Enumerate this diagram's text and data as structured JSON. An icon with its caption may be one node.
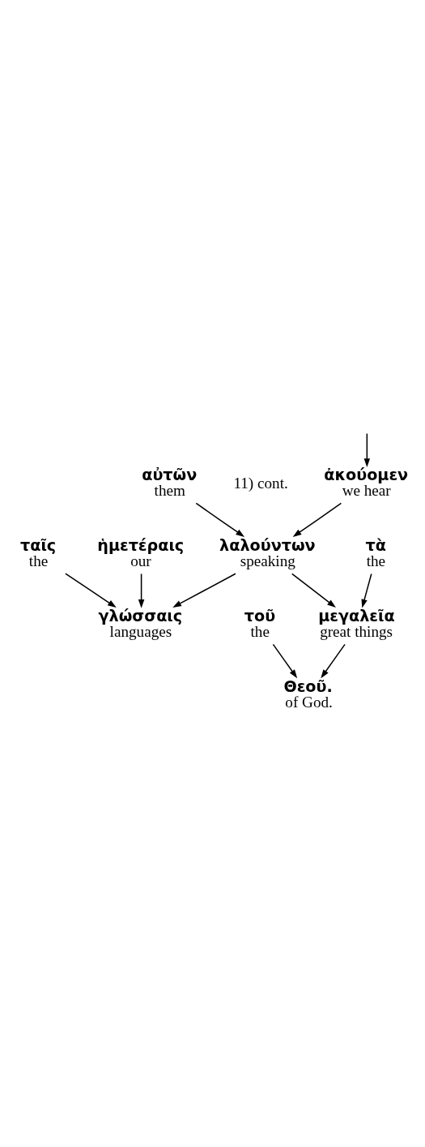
{
  "diagram": {
    "nodes": [
      {
        "text": [
          "ἀκούομεν",
          "we hear"
        ]
      },
      {
        "text": [
          "λαλούντων",
          "speaking"
        ]
      },
      {
        "text": [
          "αὐτῶν",
          "them"
        ]
      },
      {
        "text": [
          "ταῖς",
          "the"
        ]
      },
      {
        "text": [
          "ἡμετέραις",
          "our"
        ]
      },
      {
        "text": [
          "γλώσσαις",
          "languages"
        ]
      },
      {
        "text": [
          "τὰ",
          "the"
        ]
      },
      {
        "text": [
          "μεγαλεῖα",
          "great things"
        ]
      },
      {
        "text": [
          "τοῦ",
          "the"
        ]
      },
      {
        "text": [
          "Θεοῦ.",
          "of God."
        ]
      }
    ],
    "edges": [
      {
        "from": null,
        "to": 0,
        "arrow": "to"
      },
      {
        "from": 0,
        "to": 1,
        "arrow": "to"
      },
      {
        "from": 2,
        "to": 1,
        "arrow": "to"
      },
      {
        "from": 1,
        "to": 5,
        "arrow": "to"
      },
      {
        "from": 3,
        "to": 5,
        "arrow": "to"
      },
      {
        "from": 4,
        "to": 5,
        "arrow": "to"
      },
      {
        "from": 1,
        "to": 7,
        "arrow": "to"
      },
      {
        "from": 6,
        "to": 7,
        "arrow": "to"
      },
      {
        "from": 7,
        "to": 9,
        "arrow": "to"
      },
      {
        "from": 8,
        "to": 9,
        "arrow": "to"
      }
    ],
    "labels": [
      "11) cont."
    ]
  }
}
